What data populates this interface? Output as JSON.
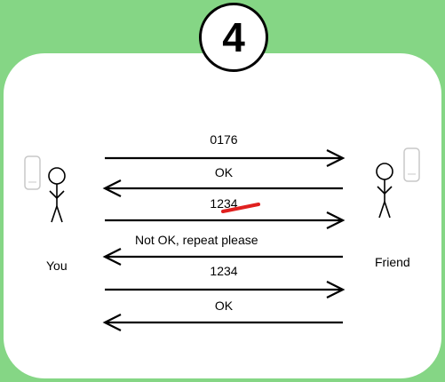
{
  "step": {
    "number": "4"
  },
  "participants": {
    "left": "You",
    "right": "Friend"
  },
  "messages": [
    {
      "text": "0176",
      "direction": "right"
    },
    {
      "text": "OK",
      "direction": "left"
    },
    {
      "text": "1234",
      "direction": "right",
      "struck": true
    },
    {
      "text": "Not OK, repeat please",
      "direction": "left"
    },
    {
      "text": "1234",
      "direction": "right"
    },
    {
      "text": "OK",
      "direction": "left"
    }
  ],
  "colors": {
    "background": "#85d685",
    "card": "#ffffff",
    "strike": "#e0201f",
    "phone": "#c8c8c8"
  }
}
